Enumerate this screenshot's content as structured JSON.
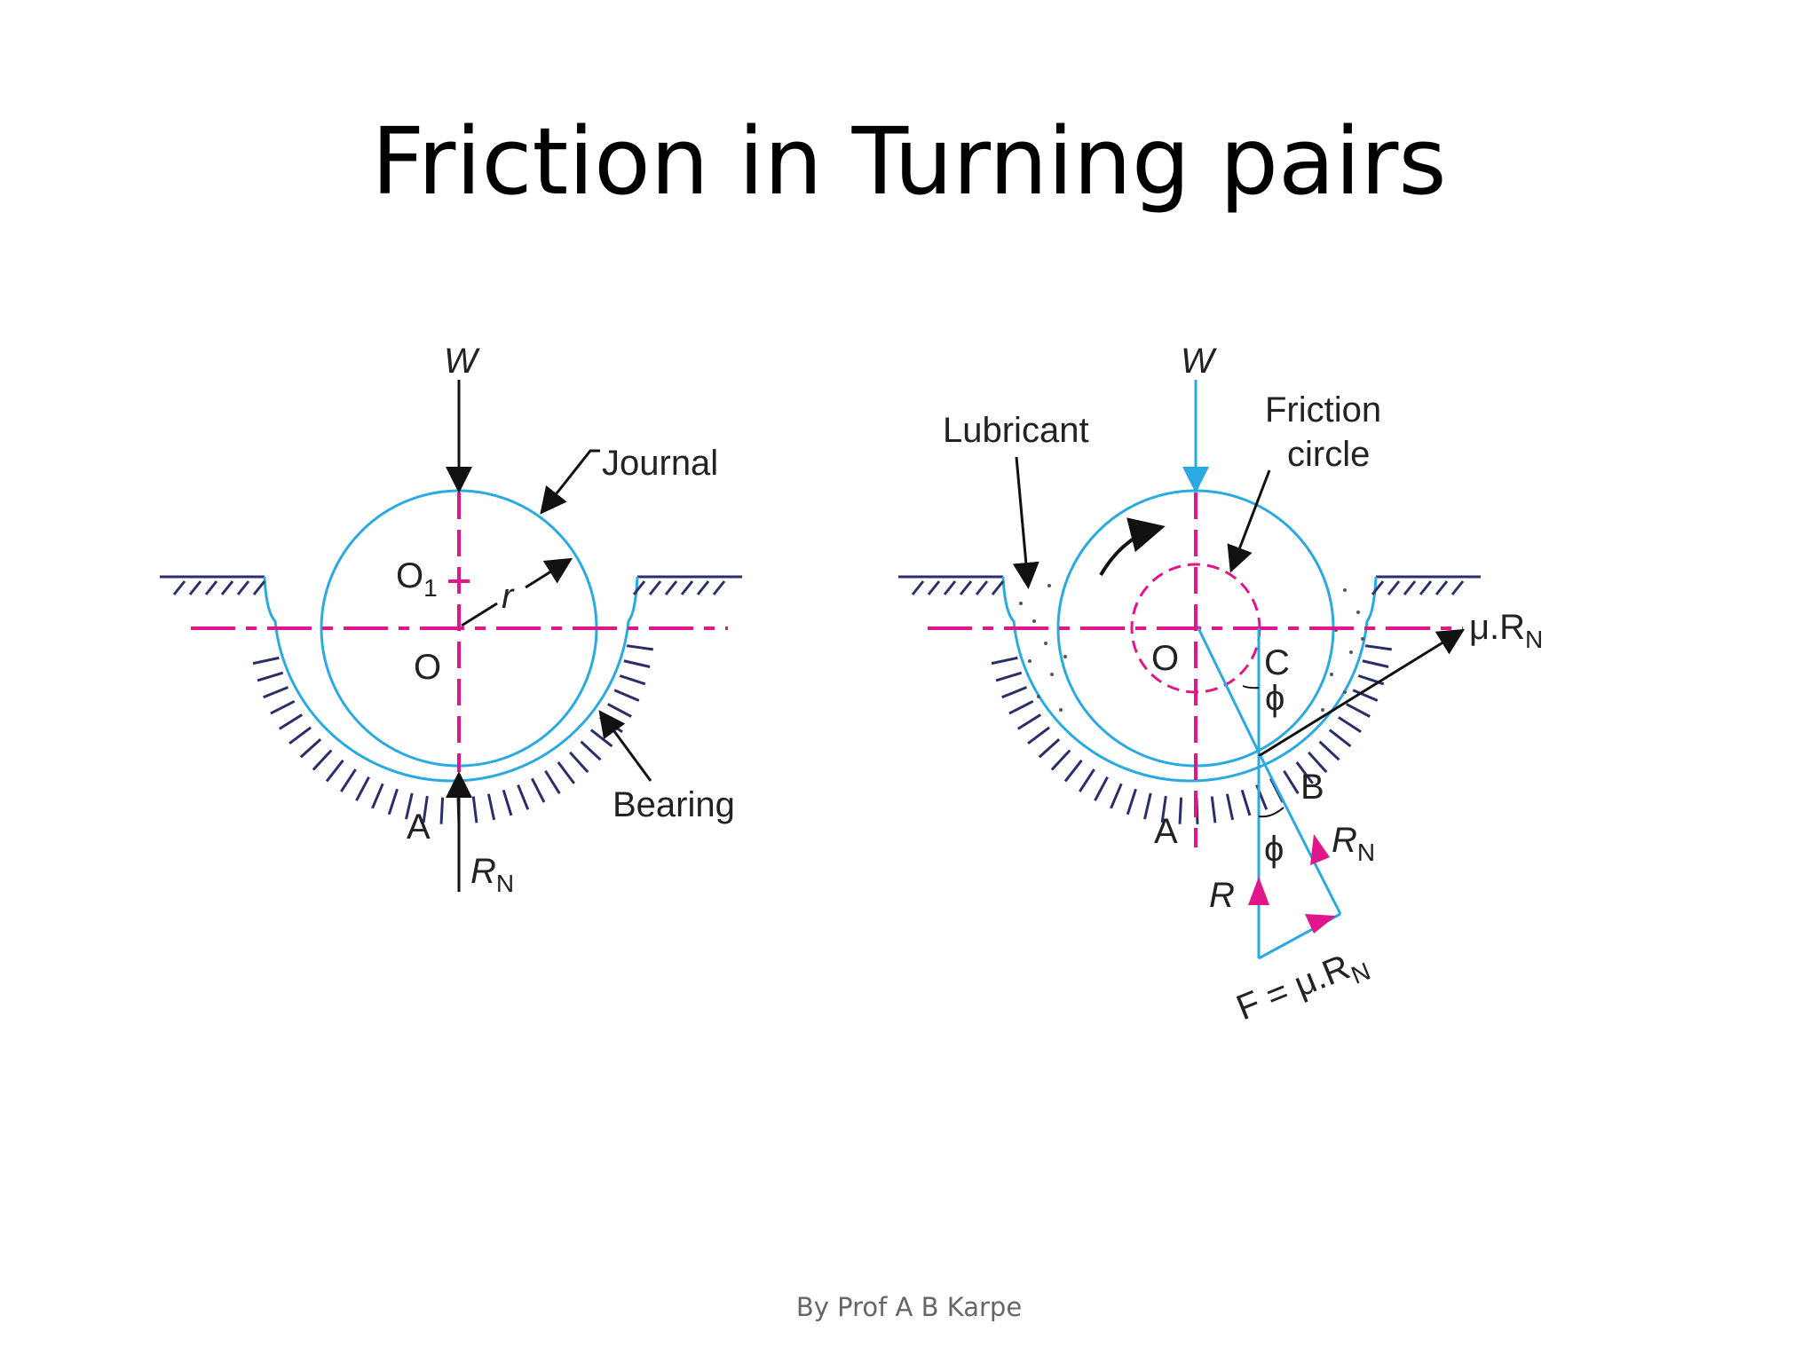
{
  "slide": {
    "title": "Friction in Turning pairs",
    "footer": "By Prof A B Karpe"
  },
  "colors": {
    "journal": "#2aaae0",
    "centerline": "#e0168a",
    "hatch": "#2a2f6a",
    "arrow": "#111111"
  },
  "left_figure": {
    "load": "W",
    "journal": "Journal",
    "bearing": "Bearing",
    "center_o1": "O",
    "center_o1_sub": "1",
    "center_o": "O",
    "radius": "r",
    "contact_point": "A",
    "reaction": "R",
    "reaction_sub": "N"
  },
  "right_figure": {
    "load": "W",
    "lubricant": "Lubricant",
    "friction_circle_line1": "Friction",
    "friction_circle_line2": "circle",
    "center_o": "O",
    "point_c": "C",
    "angle_phi_top": "ϕ",
    "point_a": "A",
    "point_b": "B",
    "angle_phi_bottom": "ϕ",
    "reaction_rn": "R",
    "reaction_rn_sub": "N",
    "resultant": "R",
    "friction_force_tangent": "μ.R",
    "friction_force_tangent_sub": "N",
    "friction_force_label": "F = μ.R",
    "friction_force_label_sub": "N"
  }
}
